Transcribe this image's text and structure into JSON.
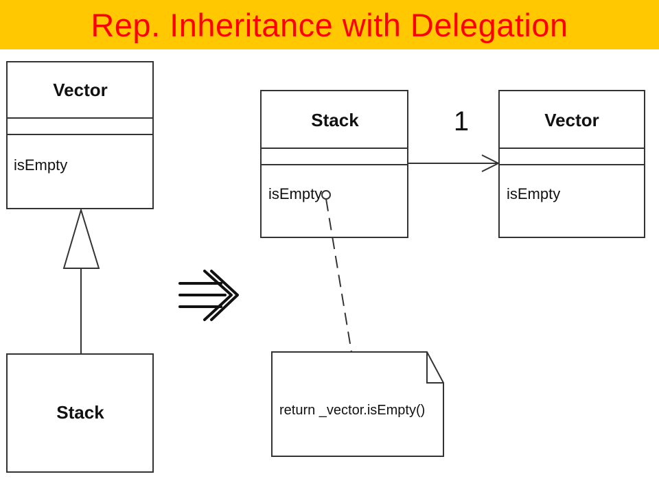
{
  "title": "Rep. Inheritance with Delegation",
  "colors": {
    "title_background": "#FFC800",
    "title_text": "#FF0000",
    "line": "#333333"
  },
  "left_diagram": {
    "parent_class": {
      "name": "Vector",
      "operation": "isEmpty"
    },
    "child_class": {
      "name": "Stack"
    },
    "relationship": "generalization"
  },
  "transform_icon": "triple-right-arrow-icon",
  "right_diagram": {
    "stack_class": {
      "name": "Stack",
      "operation": "isEmpty"
    },
    "vector_class": {
      "name": "Vector",
      "operation": "isEmpty"
    },
    "association_multiplicity": "1",
    "note": "return _vector.isEmpty()"
  }
}
